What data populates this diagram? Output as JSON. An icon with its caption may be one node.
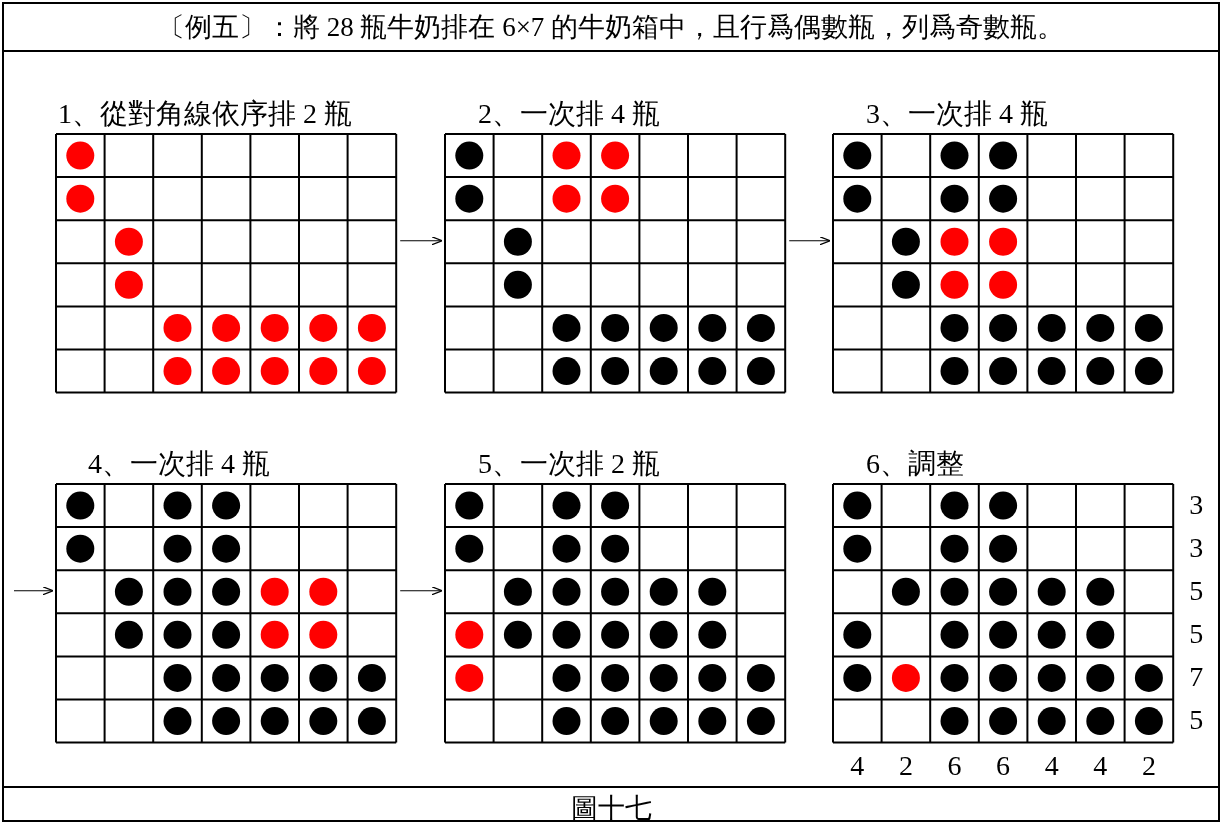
{
  "diagram": {
    "title": "〔例五〕：將 28 瓶牛奶排在 6×7 的牛奶箱中，且行爲偶數瓶，列爲奇數瓶。",
    "caption": "圖十七",
    "nodes": [
      {
        "text": [
          "1、從對角線依序排 2 瓶"
        ]
      },
      {
        "text": [
          "2、一次排 4 瓶"
        ]
      },
      {
        "text": [
          "3、一次排 4 瓶"
        ]
      },
      {
        "text": [
          "4、一次排 4 瓶"
        ]
      },
      {
        "text": [
          "5、一次排 2 瓶"
        ]
      },
      {
        "text": [
          "6、調整"
        ]
      }
    ],
    "edges": [
      {
        "from": 0,
        "to": 1,
        "arrow": "to"
      },
      {
        "from": 1,
        "to": 2,
        "arrow": "to"
      },
      {
        "from": null,
        "to": 3,
        "arrow": "to"
      },
      {
        "from": 3,
        "to": 4,
        "arrow": "to"
      }
    ],
    "labels": [
      "3",
      "3",
      "5",
      "5",
      "7",
      "5",
      "4",
      "2",
      "6",
      "6",
      "4",
      "4",
      "2"
    ]
  }
}
